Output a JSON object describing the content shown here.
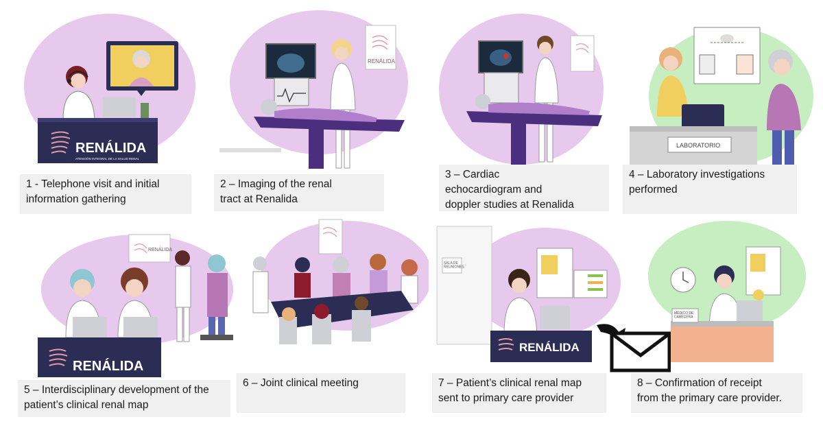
{
  "brand": {
    "name": "RENÁLIDA",
    "tagline": "ATENCIÓN INTEGRAL DE LA SALUD RENAL"
  },
  "colors": {
    "lilac": "#e6c9ec",
    "mint": "#c7eec0",
    "desk": "#2b2d55",
    "bed": "#4b2f7e"
  },
  "steps": [
    {
      "caption": "1 - Telephone visit and initial\ninformation gathering"
    },
    {
      "caption": "2 – Imaging of the renal\ntract at Renalida"
    },
    {
      "caption": "3 – Cardiac\nechocardiogram and\ndoppler studies at Renalida"
    },
    {
      "caption": "4 – Laboratory investigations\nperformed"
    },
    {
      "caption": "5 – Interdisciplinary development of the\npatient’s clinical renal map"
    },
    {
      "caption": "6 – Joint clinical meeting"
    },
    {
      "caption": "7 – Patient’s clinical renal map\nsent to primary care provider"
    },
    {
      "caption": "8 – Confirmation of receipt\nfrom the primary care provider."
    }
  ],
  "signs": {
    "laboratory": "LABORATORIO",
    "meeting_room": "SALA DE\nREUNIONES",
    "gp_plate": "MÉDICO DE\nCABECERA"
  },
  "icons": [
    "phone-headset-icon",
    "video-call-icon",
    "ultrasound-monitor-icon",
    "lab-icon",
    "envelope-icon"
  ]
}
